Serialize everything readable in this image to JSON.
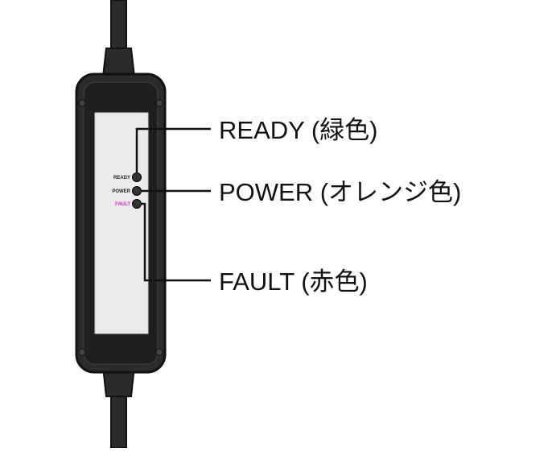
{
  "callouts": {
    "ready": "READY (緑色)",
    "power": "POWER (オレンジ色)",
    "fault": "FAULT (赤色)"
  },
  "panel_labels": {
    "ready": "READY",
    "power": "POWER",
    "fault": "FAULT"
  },
  "colors": {
    "body": "#2b2b2b",
    "body_edge": "#111111",
    "panel": "#ebebeb",
    "label_text": "#222222",
    "fault_label": "#d81ad8",
    "leader_line": "#111111"
  }
}
